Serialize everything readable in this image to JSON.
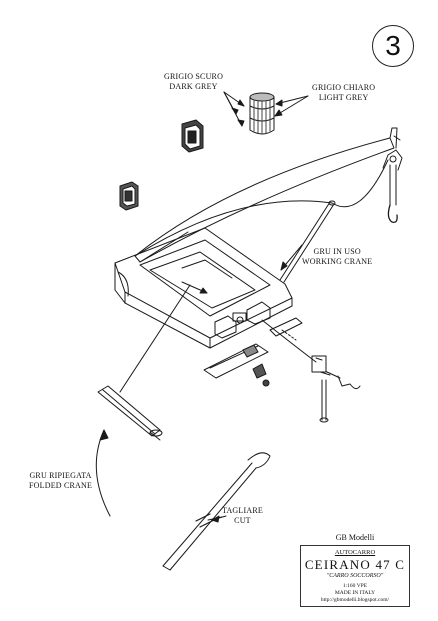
{
  "step_number": "3",
  "labels": {
    "dark_grey_it": "GRIGIO SCURO",
    "dark_grey_en": "DARK GREY",
    "light_grey_it": "GRIGIO CHIARO",
    "light_grey_en": "LIGHT GREY",
    "working_crane_it": "GRU IN USO",
    "working_crane_en": "WORKING CRANE",
    "folded_crane_it": "GRU RIPIEGATA",
    "folded_crane_en": "FOLDED CRANE",
    "cut_it": "TAGLIARE",
    "cut_en": "CUT"
  },
  "title_block": {
    "brand": "GB Modelli",
    "subtitle": "AUTOCARRO",
    "model": "CEIRANO 47 C",
    "variant": "\"CARRO SOCCORSO\"",
    "scale": "1:160  VPE",
    "origin": "MADE IN ITALY",
    "url": "http://gbmodelli.blogspot.com/"
  }
}
